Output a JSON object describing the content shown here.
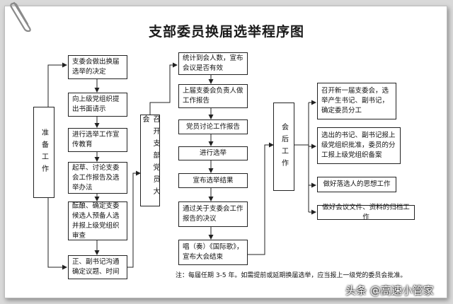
{
  "title": "支部委员换届选举程序图",
  "stages": {
    "prep": "准备工作",
    "meeting": "召开支部党员大会",
    "post": "会后工作"
  },
  "left_steps": [
    "支委会做出换届选举的决定",
    "向上级党组织提出书面请示",
    "进行选举工作宣传教育",
    "起草、讨论支委会工作报告及选举办法",
    "酝酿、确定支委候选人预备人选并报上级党组织审查",
    "正、副书记沟通确定议题、时间"
  ],
  "middle_steps": [
    "统计到会人数，宣布会议是否有效",
    "上届支委会负责人做工作报告",
    "党员讨论工作报告",
    "进行选举",
    "宣布选举结果",
    "通过关于支委会工作报告的决议",
    "唱（奏）《国际歌》，宣布大会结束"
  ],
  "right_steps": [
    "召开新一届支委会，选举产生书记、副书记，确定委员分工",
    "选出的书记、副书记报上级党组织批准，委员的分工报上级党组织备案",
    "做好落选人的思想工作",
    "做好会议文件、资料的归档工作"
  ],
  "note": "注：每届任期 3-5 年。如需提前或延期换届选举，应当报上一级党的委员会批准。",
  "watermark": "头条 @高速小管家",
  "colors": {
    "line": "#222222",
    "paper": "#ffffff",
    "background": "#d9d9d9"
  }
}
